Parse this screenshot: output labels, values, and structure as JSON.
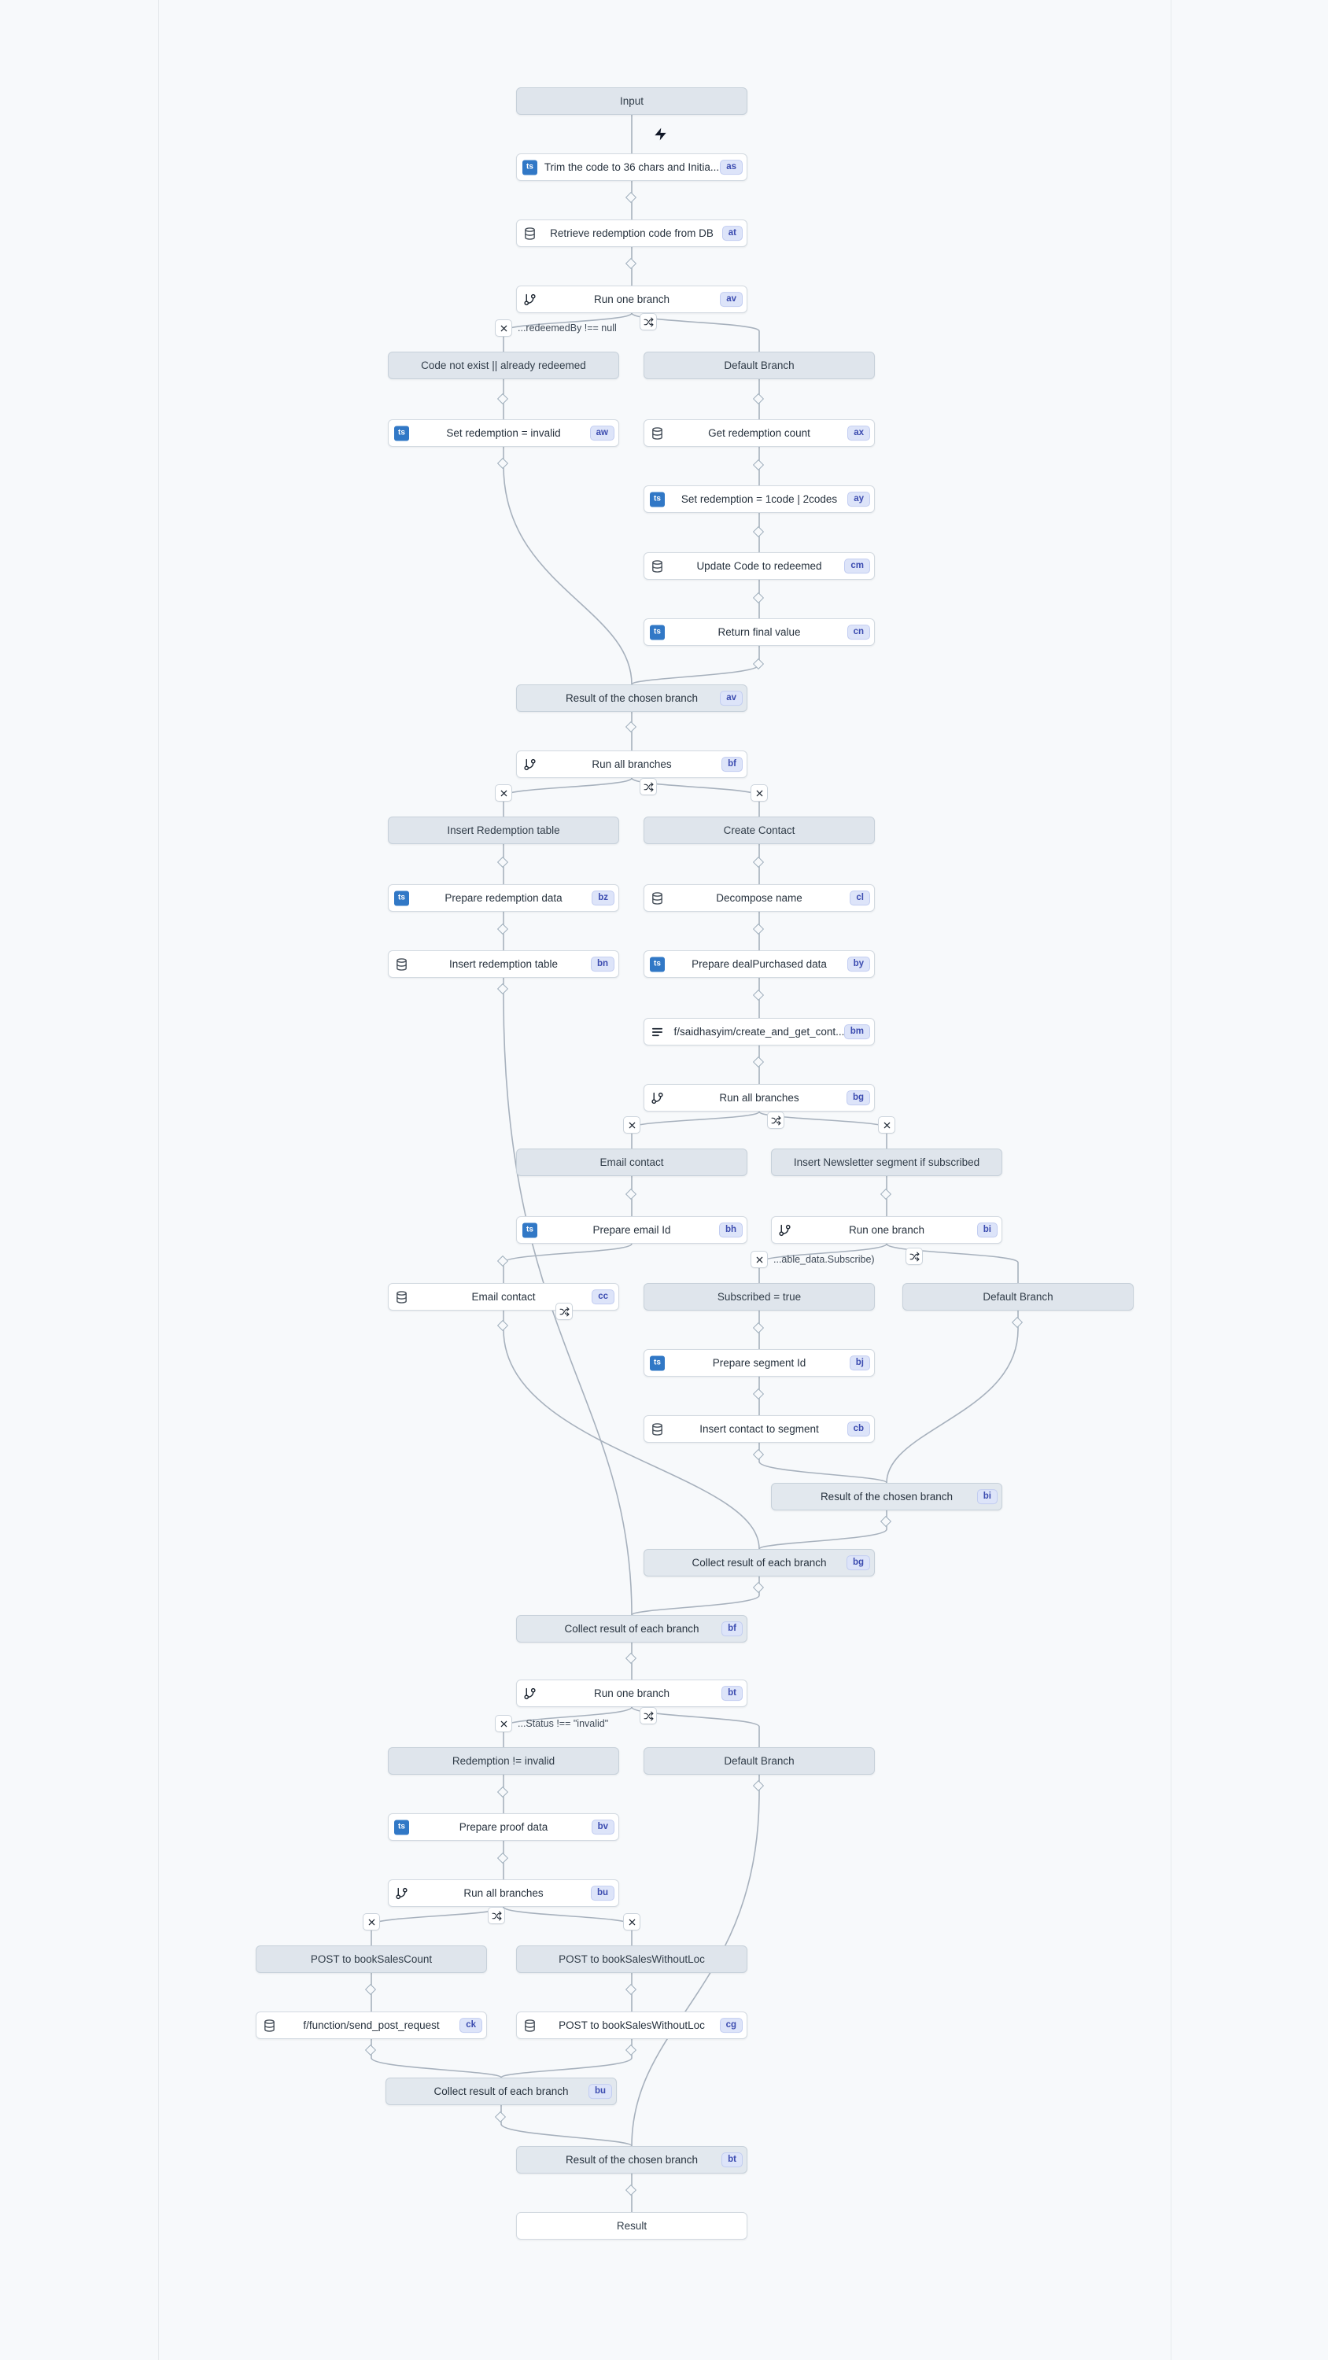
{
  "colors": {
    "background": "#f7f9fb",
    "edge": "#a7b1bd",
    "header_fill": "#dfe5ec",
    "result_fill": "#e2e8ee",
    "node_border": "#d3dae1",
    "badge_fill": "#dde4f9",
    "badge_text": "#3c4cb0",
    "typescript_blue": "#3178c6"
  },
  "nodes": [
    {
      "id": "input",
      "kind": "input",
      "label": "Input"
    },
    {
      "id": "trim",
      "kind": "task",
      "icon": "typescript",
      "label": "Trim the code to 36 chars and Initia...",
      "badge": "as"
    },
    {
      "id": "retrieve",
      "kind": "task",
      "icon": "database",
      "label": "Retrieve redemption code from DB",
      "badge": "at"
    },
    {
      "id": "run-one-av",
      "kind": "task",
      "icon": "branch",
      "label": "Run one branch",
      "badge": "av"
    },
    {
      "id": "hdr-code-not-exist",
      "kind": "header",
      "label": "Code not exist || already redeemed"
    },
    {
      "id": "hdr-default-1",
      "kind": "header",
      "label": "Default Branch"
    },
    {
      "id": "set-invalid",
      "kind": "task",
      "icon": "typescript",
      "label": "Set redemption = invalid",
      "badge": "aw"
    },
    {
      "id": "get-count",
      "kind": "task",
      "icon": "database",
      "label": "Get redemption count",
      "badge": "ax"
    },
    {
      "id": "set-codes",
      "kind": "task",
      "icon": "typescript",
      "label": "Set redemption = 1code | 2codes",
      "badge": "ay"
    },
    {
      "id": "update-code",
      "kind": "task",
      "icon": "database",
      "label": "Update Code to redeemed",
      "badge": "cm"
    },
    {
      "id": "return-final",
      "kind": "task",
      "icon": "typescript",
      "label": "Return final value",
      "badge": "cn"
    },
    {
      "id": "result-av",
      "kind": "result",
      "label": "Result of the chosen branch",
      "badge": "av"
    },
    {
      "id": "run-all-bf",
      "kind": "task",
      "icon": "branch",
      "label": "Run all branches",
      "badge": "bf"
    },
    {
      "id": "hdr-insert-redemption",
      "kind": "header",
      "label": "Insert Redemption table"
    },
    {
      "id": "hdr-create-contact",
      "kind": "header",
      "label": "Create Contact"
    },
    {
      "id": "prep-redemption",
      "kind": "task",
      "icon": "typescript",
      "label": "Prepare redemption data",
      "badge": "bz"
    },
    {
      "id": "insert-redemption",
      "kind": "task",
      "icon": "database",
      "label": "Insert redemption table",
      "badge": "bn"
    },
    {
      "id": "decompose-name",
      "kind": "task",
      "icon": "database",
      "label": "Decompose name",
      "badge": "cl"
    },
    {
      "id": "prep-deal",
      "kind": "task",
      "icon": "typescript",
      "label": "Prepare dealPurchased data",
      "badge": "by"
    },
    {
      "id": "create-get-contact",
      "kind": "task",
      "icon": "lines",
      "label": "f/saidhasyim/create_and_get_cont...",
      "badge": "bm"
    },
    {
      "id": "run-all-bg",
      "kind": "task",
      "icon": "branch",
      "label": "Run all branches",
      "badge": "bg"
    },
    {
      "id": "hdr-email-contact",
      "kind": "header",
      "label": "Email contact"
    },
    {
      "id": "hdr-newsletter",
      "kind": "header",
      "label": "Insert Newsletter segment if subscribed"
    },
    {
      "id": "prep-email",
      "kind": "task",
      "icon": "typescript",
      "label": "Prepare email Id",
      "badge": "bh"
    },
    {
      "id": "email-contact",
      "kind": "task",
      "icon": "database",
      "label": "Email contact",
      "badge": "cc"
    },
    {
      "id": "run-one-bi",
      "kind": "task",
      "icon": "branch",
      "label": "Run one branch",
      "badge": "bi"
    },
    {
      "id": "hdr-subscribed",
      "kind": "header",
      "label": "Subscribed = true"
    },
    {
      "id": "hdr-default-2",
      "kind": "header",
      "label": "Default Branch"
    },
    {
      "id": "prep-segment",
      "kind": "task",
      "icon": "typescript",
      "label": "Prepare segment Id",
      "badge": "bj"
    },
    {
      "id": "insert-segment",
      "kind": "task",
      "icon": "database",
      "label": "Insert contact to segment",
      "badge": "cb"
    },
    {
      "id": "result-bi",
      "kind": "result",
      "label": "Result of the chosen branch",
      "badge": "bi"
    },
    {
      "id": "collect-bg",
      "kind": "result",
      "label": "Collect result of each branch",
      "badge": "bg"
    },
    {
      "id": "collect-bf",
      "kind": "result",
      "label": "Collect result of each branch",
      "badge": "bf"
    },
    {
      "id": "run-one-bt",
      "kind": "task",
      "icon": "branch",
      "label": "Run one branch",
      "badge": "bt"
    },
    {
      "id": "hdr-redemption-ne",
      "kind": "header",
      "label": "Redemption != invalid"
    },
    {
      "id": "hdr-default-3",
      "kind": "header",
      "label": "Default Branch"
    },
    {
      "id": "prep-proof",
      "kind": "task",
      "icon": "typescript",
      "label": "Prepare proof data",
      "badge": "bv"
    },
    {
      "id": "run-all-bu",
      "kind": "task",
      "icon": "branch",
      "label": "Run all branches",
      "badge": "bu"
    },
    {
      "id": "hdr-post-count",
      "kind": "header",
      "label": "POST to bookSalesCount"
    },
    {
      "id": "hdr-post-woloc",
      "kind": "header",
      "label": "POST to bookSalesWithoutLoc"
    },
    {
      "id": "send-post",
      "kind": "task",
      "icon": "database",
      "label": "f/function/send_post_request",
      "badge": "ck"
    },
    {
      "id": "post-woloc",
      "kind": "task",
      "icon": "database",
      "label": "POST to bookSalesWithoutLoc",
      "badge": "cg"
    },
    {
      "id": "collect-bu",
      "kind": "result",
      "label": "Collect result of each branch",
      "badge": "bu"
    },
    {
      "id": "result-bt",
      "kind": "result",
      "label": "Result of the chosen branch",
      "badge": "bt"
    },
    {
      "id": "result",
      "kind": "plain",
      "label": "Result"
    }
  ],
  "branch_labels": [
    {
      "text": "...redeemedBy !== null"
    },
    {
      "text": "...able_data.Subscribe)"
    },
    {
      "text": "...Status !== \"invalid\""
    }
  ]
}
